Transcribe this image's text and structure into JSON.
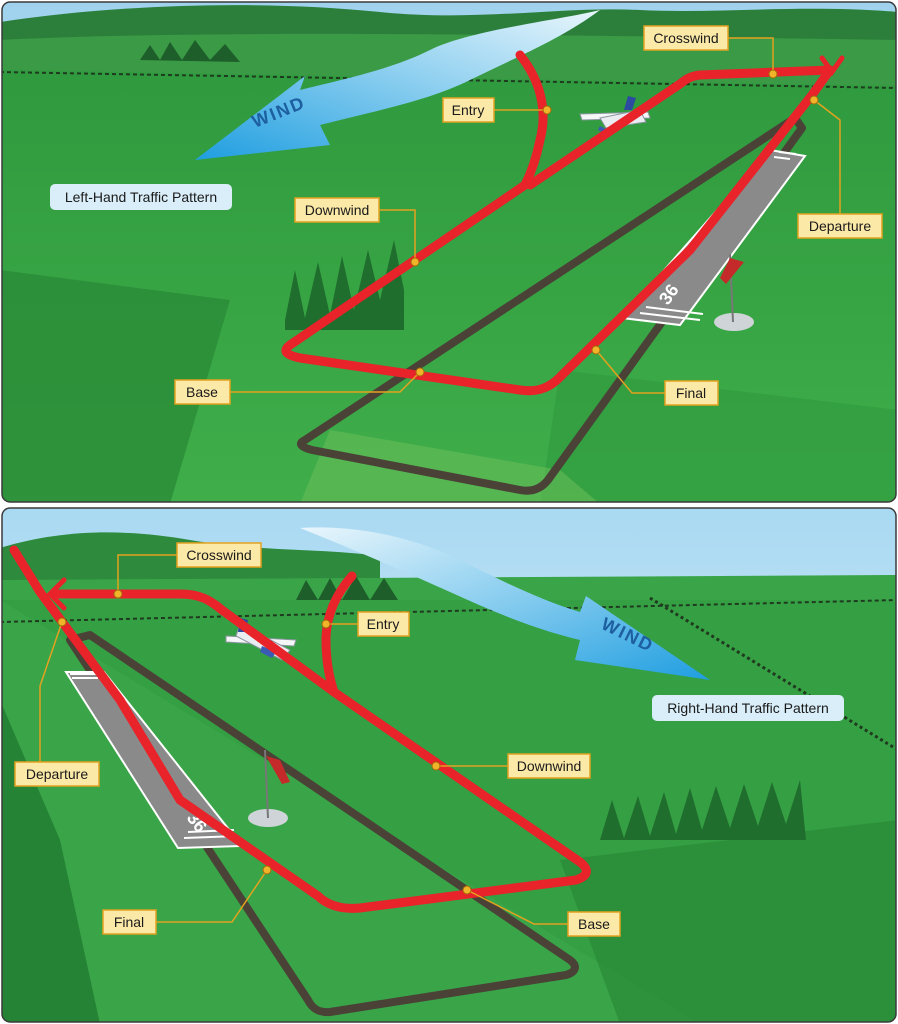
{
  "top": {
    "pattern_title": "Left-Hand Traffic Pattern",
    "wind_label": "WIND",
    "runway_number": "36",
    "labels": {
      "crosswind": "Crosswind",
      "entry": "Entry",
      "downwind": "Downwind",
      "departure": "Departure",
      "base": "Base",
      "final": "Final"
    }
  },
  "bottom": {
    "pattern_title": "Right-Hand Traffic Pattern",
    "wind_label": "WIND",
    "runway_number": "36",
    "labels": {
      "crosswind": "Crosswind",
      "entry": "Entry",
      "downwind": "Downwind",
      "departure": "Departure",
      "base": "Base",
      "final": "Final"
    }
  },
  "colors": {
    "pattern_path": "#e8232a",
    "ground_track": "#4a4237",
    "label_fill": "#fbe9a8",
    "label_border": "#e3a21f",
    "title_fill": "#d9eef8",
    "wind_arrow": "#3aa8e0",
    "runway": "#8a8a8a"
  }
}
